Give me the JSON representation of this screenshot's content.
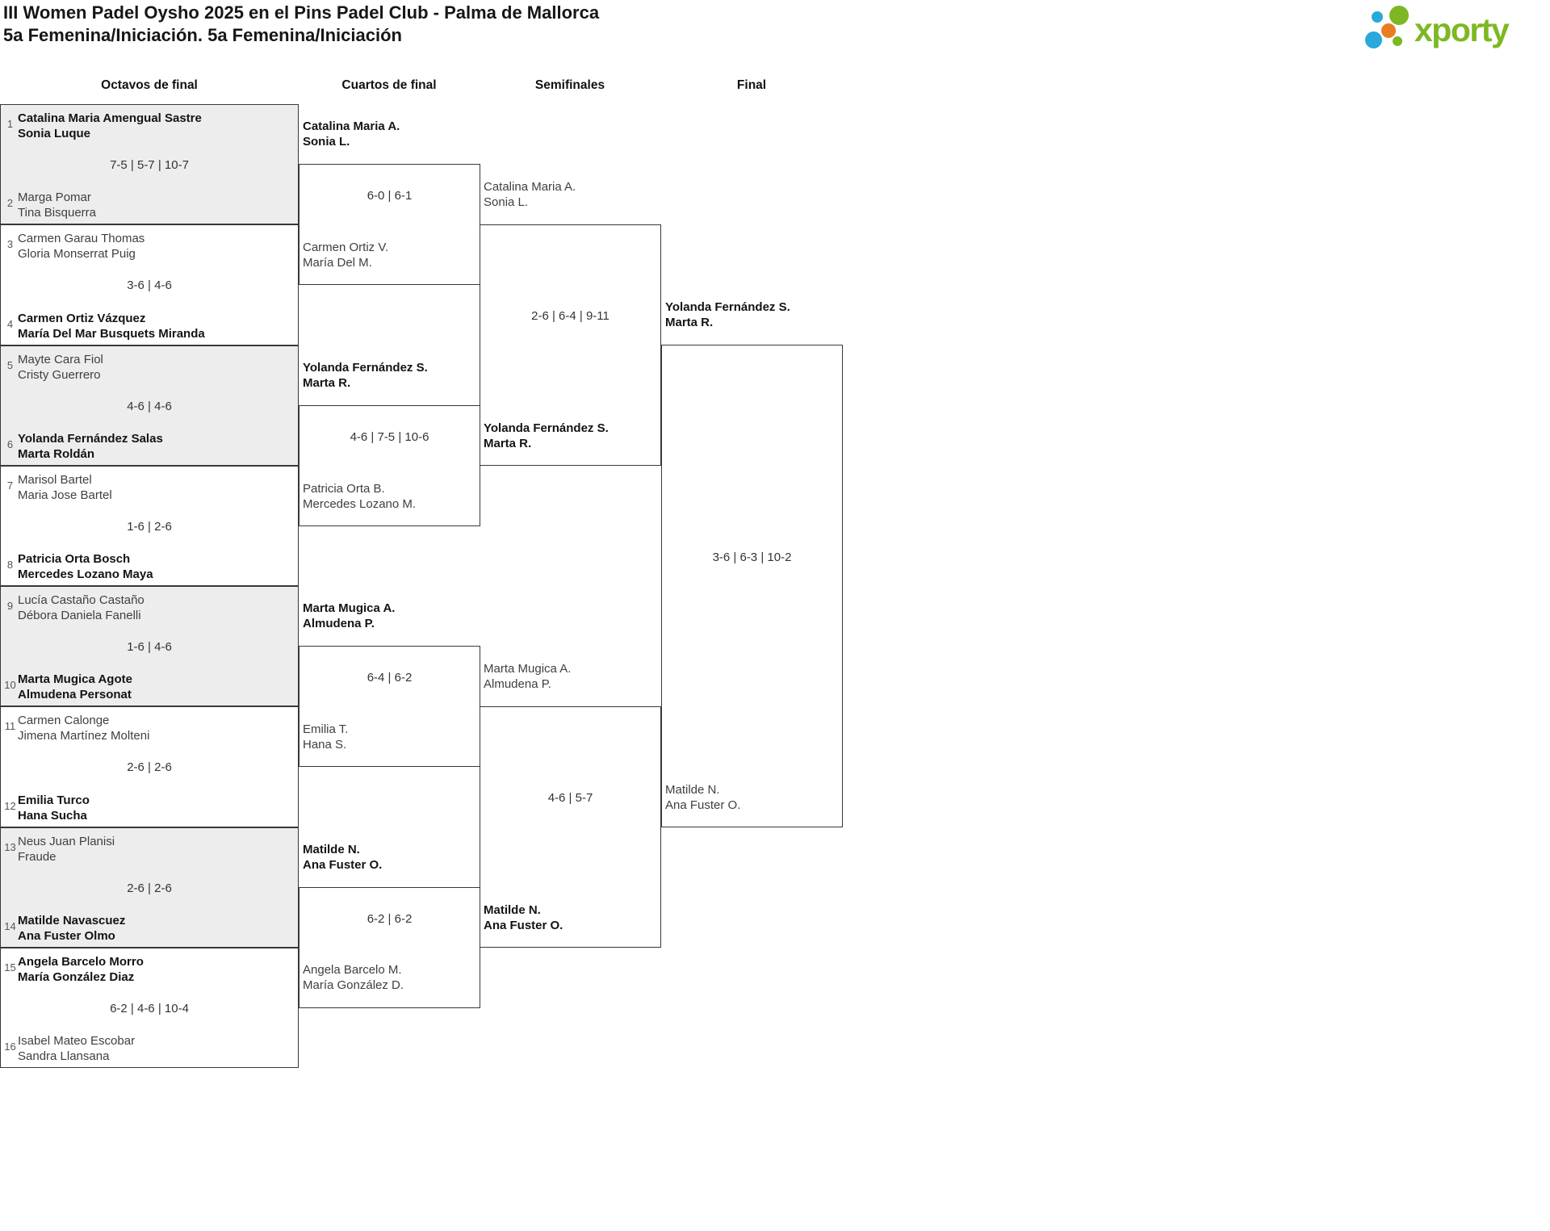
{
  "title": "III Women Padel Oysho 2025 en el Pins Padel Club - Palma de Mallorca",
  "subtitle": "5a Femenina/Iniciación. 5a Femenina/Iniciación",
  "logo": {
    "wordmark": "xporty"
  },
  "colors": {
    "brand_green": "#7db824",
    "brand_blue": "#29a8dc",
    "brand_orange": "#e97e21",
    "winner_text": "#141414",
    "loser_text": "#3f3f3f",
    "match_gray": "#ededed",
    "line": "#383838"
  },
  "columns": [
    "Octavos de final",
    "Cuartos de final",
    "Semifinales",
    "Final"
  ],
  "r16": [
    {
      "seed1": "1",
      "t1p1": "Catalina Maria Amengual Sastre",
      "t1p2": "Sonia Luque",
      "seed2": "2",
      "t2p1": "Marga Pomar",
      "t2p2": "Tina Bisquerra",
      "score": "7-5 | 5-7 | 10-7",
      "winner": 1
    },
    {
      "seed1": "3",
      "t1p1": "Carmen Garau Thomas",
      "t1p2": "Gloria Monserrat Puig",
      "seed2": "4",
      "t2p1": "Carmen Ortiz Vázquez",
      "t2p2": "María Del Mar Busquets Miranda",
      "score": "3-6 | 4-6",
      "winner": 2
    },
    {
      "seed1": "5",
      "t1p1": "Mayte Cara Fiol",
      "t1p2": "Cristy Guerrero",
      "seed2": "6",
      "t2p1": "Yolanda Fernández Salas",
      "t2p2": "Marta Roldán",
      "score": "4-6 | 4-6",
      "winner": 2
    },
    {
      "seed1": "7",
      "t1p1": "Marisol Bartel",
      "t1p2": "Maria Jose Bartel",
      "seed2": "8",
      "t2p1": "Patricia Orta Bosch",
      "t2p2": "Mercedes Lozano Maya",
      "score": "1-6 | 2-6",
      "winner": 2
    },
    {
      "seed1": "9",
      "t1p1": "Lucía Castaño Castaño",
      "t1p2": "Débora Daniela Fanelli",
      "seed2": "10",
      "t2p1": "Marta Mugica Agote",
      "t2p2": "Almudena Personat",
      "score": "1-6 | 4-6",
      "winner": 2
    },
    {
      "seed1": "11",
      "t1p1": "Carmen Calonge",
      "t1p2": "Jimena Martínez Molteni",
      "seed2": "12",
      "t2p1": "Emilia Turco",
      "t2p2": "Hana Sucha",
      "score": "2-6 | 2-6",
      "winner": 2
    },
    {
      "seed1": "13",
      "t1p1": "Neus Juan Planisi",
      "t1p2": "Fraude",
      "seed2": "14",
      "t2p1": "Matilde Navascuez",
      "t2p2": "Ana Fuster Olmo",
      "score": "2-6 | 2-6",
      "winner": 2
    },
    {
      "seed1": "15",
      "t1p1": "Angela Barcelo Morro",
      "t1p2": "María González Diaz",
      "seed2": "16",
      "t2p1": "Isabel Mateo Escobar",
      "t2p2": "Sandra Llansana",
      "score": "6-2 | 4-6 | 10-4",
      "winner": 1
    }
  ],
  "qf": [
    {
      "t1p1": "Catalina Maria A.",
      "t1p2": "Sonia L.",
      "t2p1": "Carmen Ortiz V.",
      "t2p2": "María Del M.",
      "score": "6-0 | 6-1",
      "winner": 1
    },
    {
      "t1p1": "Yolanda Fernández S.",
      "t1p2": "Marta R.",
      "t2p1": "Patricia Orta B.",
      "t2p2": "Mercedes Lozano M.",
      "score": "4-6 | 7-5 | 10-6",
      "winner": 1
    },
    {
      "t1p1": "Marta Mugica A.",
      "t1p2": "Almudena P.",
      "t2p1": "Emilia T.",
      "t2p2": "Hana S.",
      "score": "6-4 | 6-2",
      "winner": 1
    },
    {
      "t1p1": "Matilde N.",
      "t1p2": "Ana Fuster O.",
      "t2p1": "Angela Barcelo M.",
      "t2p2": "María González D.",
      "score": "6-2 | 6-2",
      "winner": 1
    }
  ],
  "sf": [
    {
      "t1p1": "Catalina Maria A.",
      "t1p2": "Sonia L.",
      "t2p1": "Yolanda Fernández S.",
      "t2p2": "Marta R.",
      "score": "2-6 | 6-4 | 9-11",
      "winner": 2
    },
    {
      "t1p1": "Marta Mugica A.",
      "t1p2": "Almudena P.",
      "t2p1": "Matilde N.",
      "t2p2": "Ana Fuster O.",
      "score": "4-6 | 5-7",
      "winner": 2
    }
  ],
  "final": {
    "t1p1": "Yolanda Fernández S.",
    "t1p2": "Marta R.",
    "t2p1": "Matilde N.",
    "t2p2": "Ana Fuster O.",
    "score": "3-6 | 6-3 | 10-2",
    "winner": 1
  }
}
